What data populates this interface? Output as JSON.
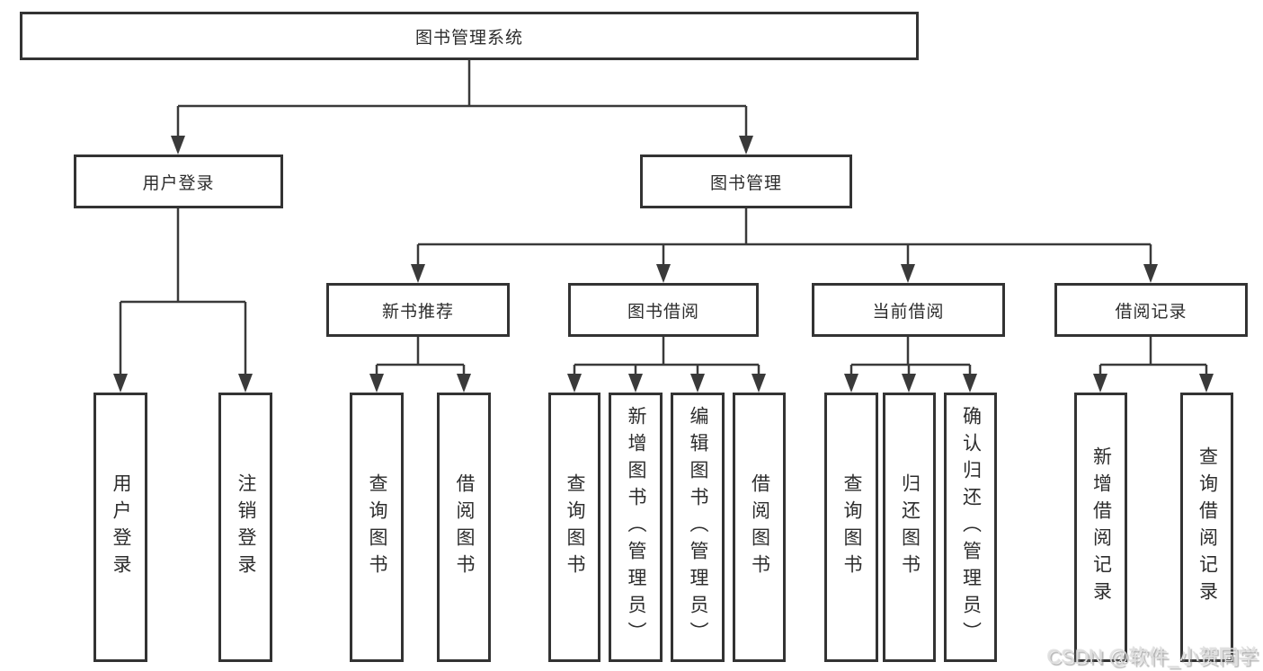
{
  "diagram": {
    "root": "图书管理系统",
    "level2": {
      "userLogin": "用户登录",
      "bookManagement": "图书管理"
    },
    "level3": {
      "newBookRecommend": "新书推荐",
      "bookBorrow": "图书借阅",
      "currentBorrow": "当前借阅",
      "borrowRecords": "借阅记录"
    },
    "leaves": {
      "login": [
        "用户登录",
        "注销登录"
      ],
      "recommend": [
        "查询图书",
        "借阅图书"
      ],
      "borrow": [
        "查询图书",
        "新增图书（管理员）",
        "编辑图书（管理员）",
        "借阅图书"
      ],
      "current": [
        "查询图书",
        "归还图书",
        "确认归还（管理员）"
      ],
      "records": [
        "新增借阅记录",
        "查询借阅记录"
      ]
    }
  },
  "watermark": "CSDN @软件_小贺同学",
  "colors": {
    "line": "#3a3a3a",
    "border": "#333333",
    "text": "#2d2d2d",
    "background": "#ffffff",
    "watermark": "#dedede"
  }
}
